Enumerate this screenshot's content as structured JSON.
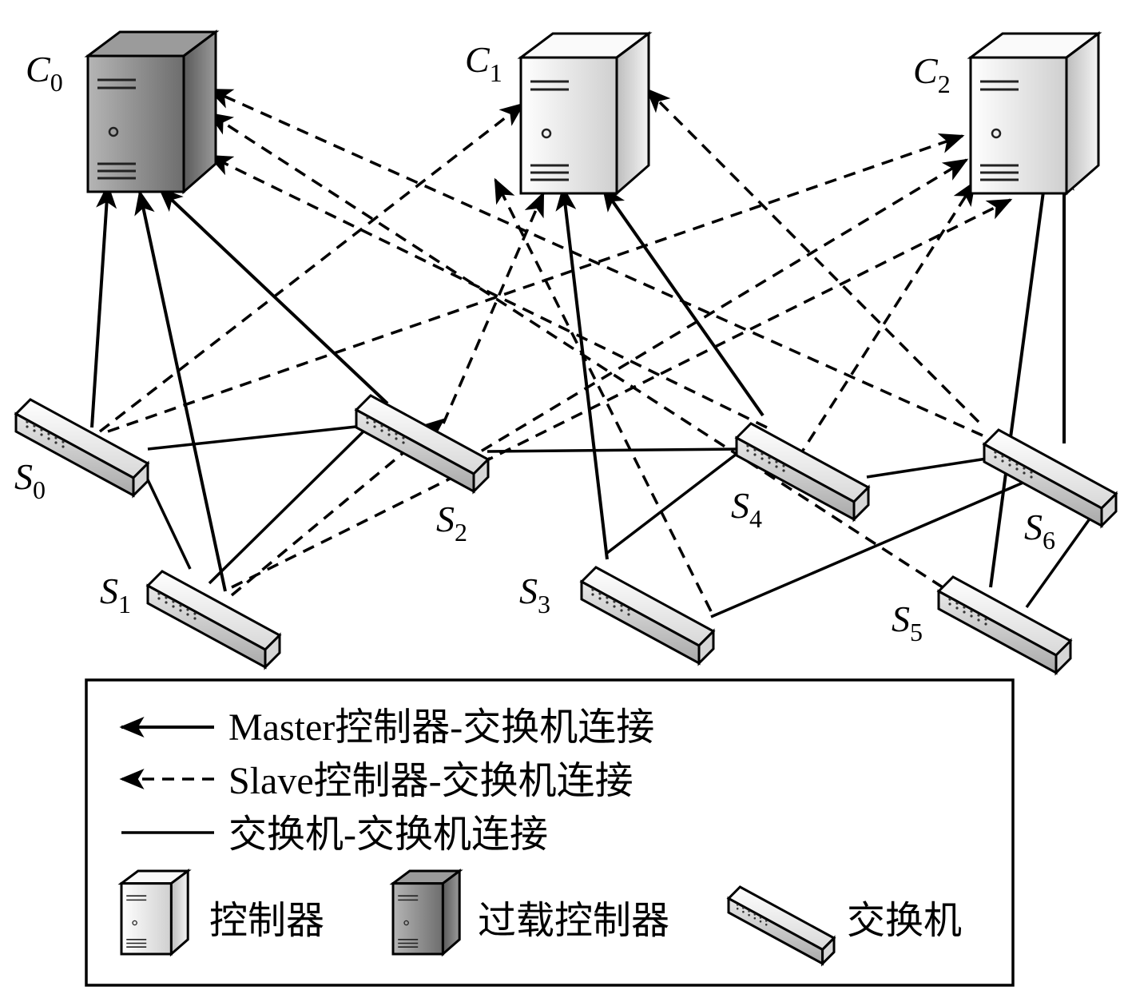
{
  "controllers": [
    {
      "id": "c0",
      "base": "C",
      "sub": "0",
      "overloaded": true
    },
    {
      "id": "c1",
      "base": "C",
      "sub": "1",
      "overloaded": false
    },
    {
      "id": "c2",
      "base": "C",
      "sub": "2",
      "overloaded": false
    }
  ],
  "switches": [
    {
      "id": "s0",
      "base": "S",
      "sub": "0"
    },
    {
      "id": "s1",
      "base": "S",
      "sub": "1"
    },
    {
      "id": "s2",
      "base": "S",
      "sub": "2"
    },
    {
      "id": "s3",
      "base": "S",
      "sub": "3"
    },
    {
      "id": "s4",
      "base": "S",
      "sub": "4"
    },
    {
      "id": "s5",
      "base": "S",
      "sub": "5"
    },
    {
      "id": "s6",
      "base": "S",
      "sub": "6"
    }
  ],
  "master_links": [
    [
      "s0",
      "c0"
    ],
    [
      "s1",
      "c0"
    ],
    [
      "s2",
      "c0"
    ],
    [
      "s3",
      "c1"
    ],
    [
      "s4",
      "c1"
    ],
    [
      "s5",
      "c2"
    ],
    [
      "s6",
      "c2"
    ]
  ],
  "slave_links": [
    [
      "s0",
      "c1"
    ],
    [
      "s0",
      "c2"
    ],
    [
      "s1",
      "c2"
    ],
    [
      "s2",
      "c1"
    ],
    [
      "s2",
      "c2"
    ],
    [
      "s3",
      "c1"
    ],
    [
      "s4",
      "c0"
    ],
    [
      "s4",
      "c2"
    ],
    [
      "s5",
      "c0"
    ],
    [
      "s5",
      "c1"
    ],
    [
      "s6",
      "c0"
    ],
    [
      "s1",
      "s2"
    ]
  ],
  "switch_links": [
    [
      "s0",
      "s2"
    ],
    [
      "s0",
      "s1"
    ],
    [
      "s1",
      "s2"
    ],
    [
      "s2",
      "s4"
    ],
    [
      "s3",
      "s4"
    ],
    [
      "s3",
      "s6"
    ],
    [
      "s4",
      "s6"
    ],
    [
      "s5",
      "s6"
    ]
  ],
  "legend": {
    "master": "Master控制器-交换机连接",
    "slave": "Slave控制器-交换机连接",
    "switch_link": "交换机-交换机连接",
    "controller": "控制器",
    "overloaded": "过载控制器",
    "switch": "交换机"
  },
  "colors": {
    "controller_light": "#f2f2f2",
    "controller_dark": "#8a8a8a",
    "switch_face": "#e6e6e6",
    "line": "#000000"
  }
}
